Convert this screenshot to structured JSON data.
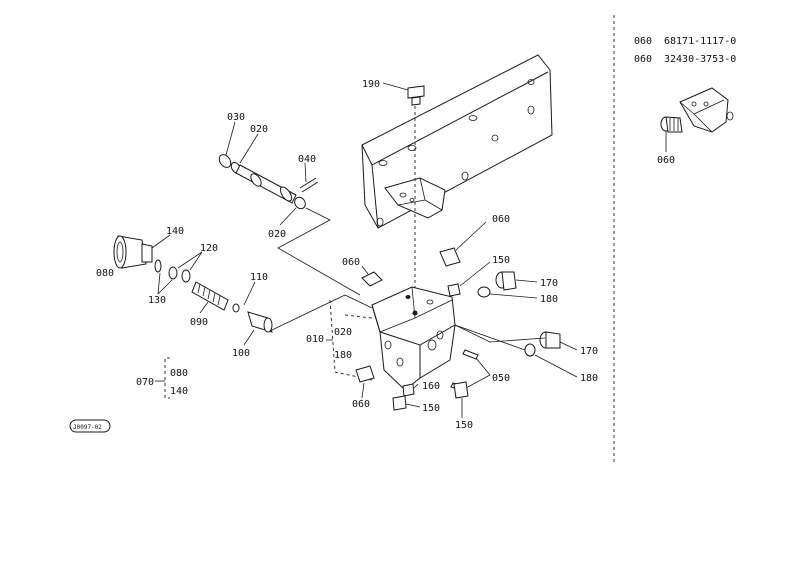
{
  "callouts": {
    "c190": "190",
    "c030": "030",
    "c020a": "020",
    "c040": "040",
    "c020b": "020",
    "c060a": "060",
    "c060b": "060",
    "c060c": "060",
    "c150a": "150",
    "c150b": "150",
    "c150c": "150",
    "c170a": "170",
    "c170b": "170",
    "c180a": "180",
    "c180b": "180",
    "c140": "140",
    "c120": "120",
    "c080": "080",
    "c130": "130",
    "c090": "090",
    "c110": "110",
    "c100": "100",
    "c010": "010",
    "c020c": "020",
    "c180c": "180",
    "c050": "050",
    "c160": "160",
    "c070": "070",
    "c080b": "080",
    "c140b": "140",
    "c060d": "060"
  },
  "parts_table": [
    {
      "ref": "060",
      "part_no": "68171-1117-0"
    },
    {
      "ref": "060",
      "part_no": "32430-3753-0"
    }
  ],
  "drawing_code": "J0097-02"
}
